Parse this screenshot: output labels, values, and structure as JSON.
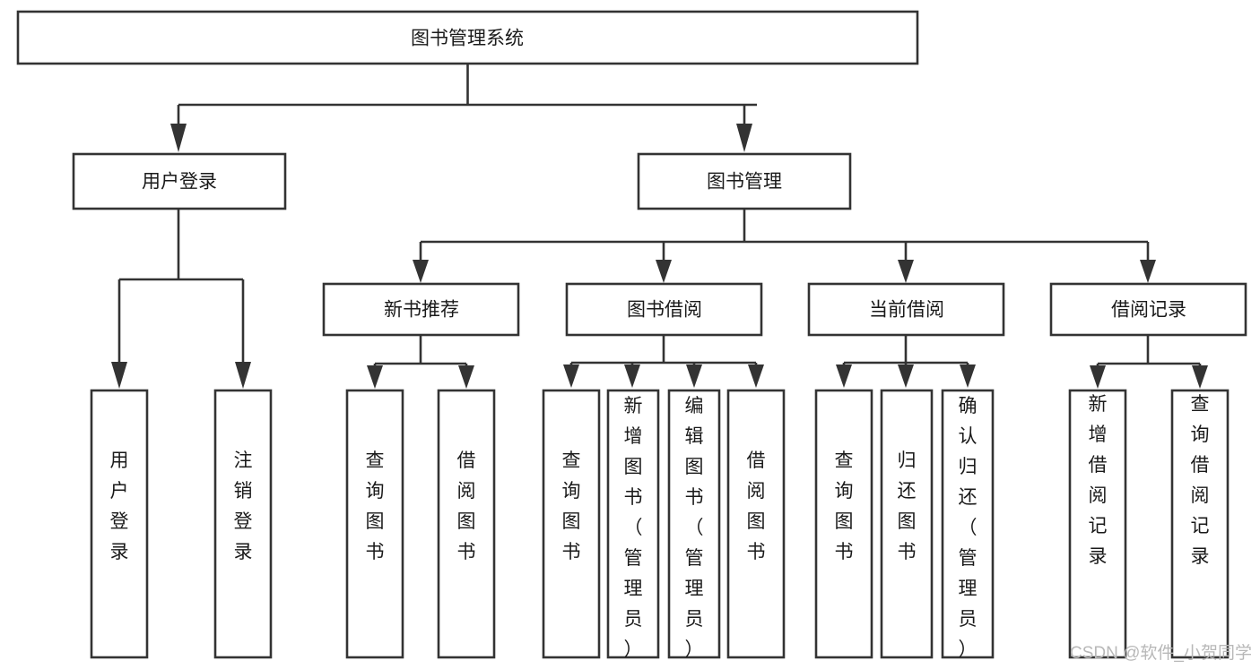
{
  "diagram": {
    "title": "图书管理系统",
    "type": "tree-hierarchy-flowchart",
    "orientation": "top-down",
    "colors": {
      "box_stroke": "#333333",
      "box_fill": "#ffffff",
      "connector": "#333333",
      "text": "#1a1a1a",
      "background": "#ffffff",
      "watermark": "#b8b8b8"
    },
    "root": {
      "id": "root",
      "label": "图书管理系统"
    },
    "level2": [
      {
        "id": "user-login",
        "label": "用户登录"
      },
      {
        "id": "book-manage",
        "label": "图书管理"
      }
    ],
    "level3": [
      {
        "id": "new-book-rec",
        "label": "新书推荐",
        "parent": "book-manage"
      },
      {
        "id": "book-borrow",
        "label": "图书借阅",
        "parent": "book-manage"
      },
      {
        "id": "current-borrow",
        "label": "当前借阅",
        "parent": "book-manage"
      },
      {
        "id": "borrow-record",
        "label": "借阅记录",
        "parent": "book-manage"
      }
    ],
    "leaves": [
      {
        "id": "leaf-user-login",
        "label": "用户登录",
        "parent": "user-login"
      },
      {
        "id": "leaf-logout",
        "label": "注销登录",
        "parent": "user-login"
      },
      {
        "id": "leaf-query-book-1",
        "label": "查询图书",
        "parent": "new-book-rec"
      },
      {
        "id": "leaf-borrow-book-1",
        "label": "借阅图书",
        "parent": "new-book-rec"
      },
      {
        "id": "leaf-query-book-2",
        "label": "查询图书",
        "parent": "book-borrow"
      },
      {
        "id": "leaf-add-book",
        "label": "新增图书（管理员）",
        "parent": "book-borrow"
      },
      {
        "id": "leaf-edit-book",
        "label": "编辑图书（管理员）",
        "parent": "book-borrow"
      },
      {
        "id": "leaf-borrow-book-2",
        "label": "借阅图书",
        "parent": "book-borrow"
      },
      {
        "id": "leaf-query-book-3",
        "label": "查询图书",
        "parent": "current-borrow"
      },
      {
        "id": "leaf-return-book",
        "label": "归还图书",
        "parent": "current-borrow"
      },
      {
        "id": "leaf-confirm-return",
        "label": "确认归还（管理员）",
        "parent": "current-borrow"
      },
      {
        "id": "leaf-add-record",
        "label": "新增借阅记录",
        "parent": "borrow-record"
      },
      {
        "id": "leaf-query-record",
        "label": "查询借阅记录",
        "parent": "borrow-record"
      }
    ],
    "watermark": "CSDN @软件_小贺同学"
  }
}
